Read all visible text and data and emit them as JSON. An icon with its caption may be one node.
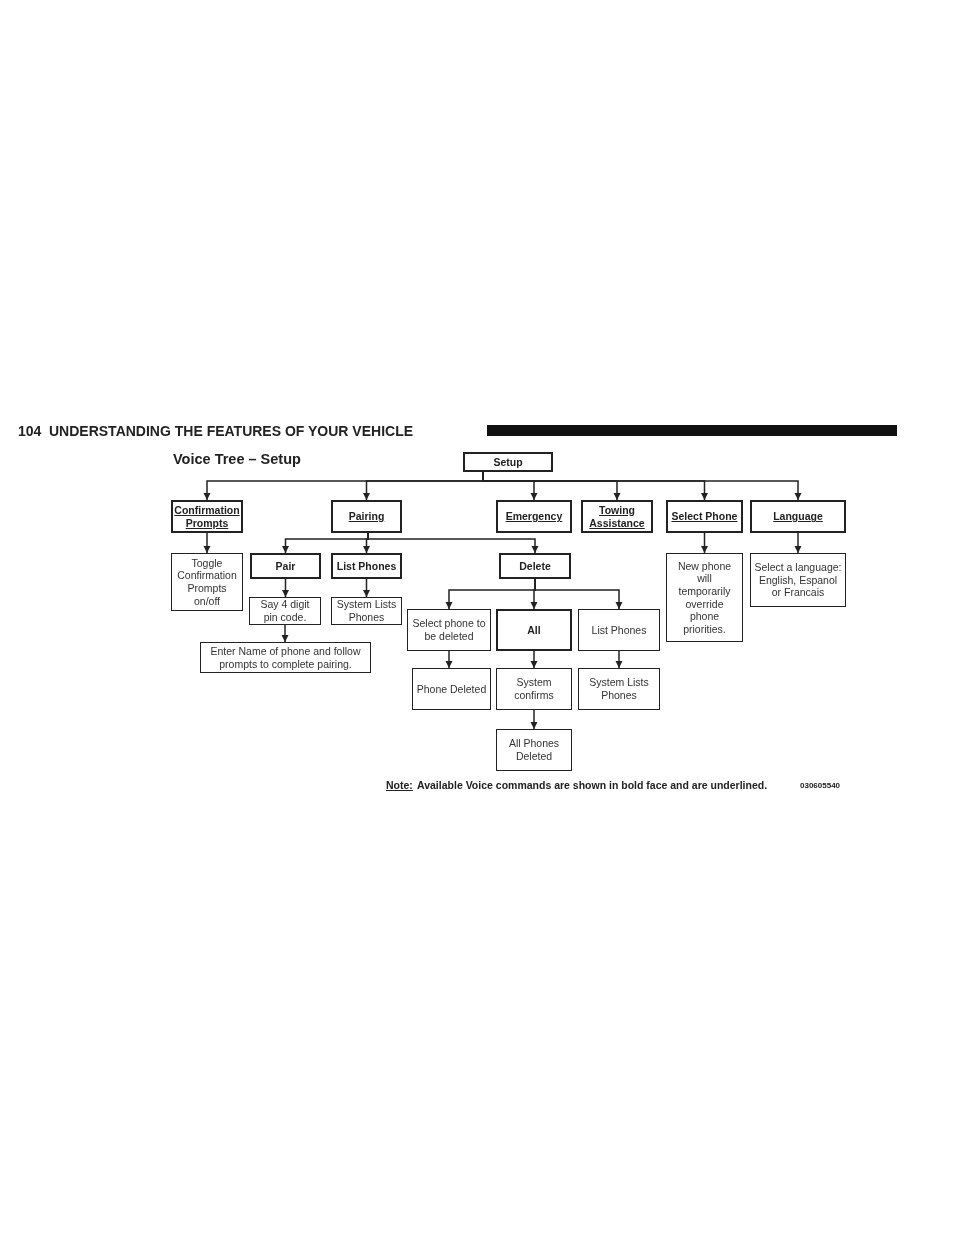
{
  "diagram": {
    "title": "Voice Tree – Setup",
    "nodes": [
      {
        "text": [
          "Setup"
        ]
      },
      {
        "text": [
          "Confirmation Prompts"
        ]
      },
      {
        "text": [
          "Pairing"
        ]
      },
      {
        "text": [
          "Emergency"
        ]
      },
      {
        "text": [
          "Towing Assistance"
        ]
      },
      {
        "text": [
          "Select Phone"
        ]
      },
      {
        "text": [
          "Language"
        ]
      },
      {
        "text": [
          "Toggle Confirmation Prompts on/off"
        ]
      },
      {
        "text": [
          "Pair"
        ]
      },
      {
        "text": [
          "List Phones"
        ]
      },
      {
        "text": [
          "Delete"
        ]
      },
      {
        "text": [
          "New phone will temporarily override phone priorities."
        ]
      },
      {
        "text": [
          "Select a language: English, Espanol or Francais"
        ]
      },
      {
        "text": [
          "Say 4 digit pin code."
        ]
      },
      {
        "text": [
          "System Lists Phones"
        ]
      },
      {
        "text": [
          "Enter Name of phone and follow prompts to complete pairing."
        ]
      },
      {
        "text": [
          "Select phone to be deleted"
        ]
      },
      {
        "text": [
          "All"
        ]
      },
      {
        "text": [
          "List Phones"
        ]
      },
      {
        "text": [
          "Phone Deleted"
        ]
      },
      {
        "text": [
          "System confirms"
        ]
      },
      {
        "text": [
          "System Lists Phones"
        ]
      },
      {
        "text": [
          "All Phones Deleted"
        ]
      }
    ],
    "edges": [
      {
        "from": 0,
        "to": 1,
        "arrow": "to"
      },
      {
        "from": 0,
        "to": 2,
        "arrow": "to"
      },
      {
        "from": 0,
        "to": 3,
        "arrow": "to"
      },
      {
        "from": 0,
        "to": 4,
        "arrow": "to"
      },
      {
        "from": 0,
        "to": 5,
        "arrow": "to"
      },
      {
        "from": 0,
        "to": 6,
        "arrow": "to"
      },
      {
        "from": 1,
        "to": 7,
        "arrow": "to"
      },
      {
        "from": 2,
        "to": 8,
        "arrow": "to"
      },
      {
        "from": 2,
        "to": 9,
        "arrow": "to"
      },
      {
        "from": 2,
        "to": 10,
        "arrow": "to"
      },
      {
        "from": 5,
        "to": 11,
        "arrow": "to"
      },
      {
        "from": 6,
        "to": 12,
        "arrow": "to"
      },
      {
        "from": 8,
        "to": 13,
        "arrow": "to"
      },
      {
        "from": 9,
        "to": 14,
        "arrow": "to"
      },
      {
        "from": 13,
        "to": 15,
        "arrow": "to"
      },
      {
        "from": 10,
        "to": 16,
        "arrow": "to"
      },
      {
        "from": 10,
        "to": 17,
        "arrow": "to"
      },
      {
        "from": 10,
        "to": 18,
        "arrow": "to"
      },
      {
        "from": 16,
        "to": 19,
        "arrow": "to"
      },
      {
        "from": 17,
        "to": 20,
        "arrow": "to"
      },
      {
        "from": 18,
        "to": 21,
        "arrow": "to"
      },
      {
        "from": 20,
        "to": 22,
        "arrow": "to"
      }
    ],
    "labels": [
      "104",
      "UNDERSTANDING THE FEATURES OF YOUR VEHICLE",
      "Note:",
      "Available Voice commands are shown in bold face and are underlined.",
      "030605540"
    ]
  }
}
